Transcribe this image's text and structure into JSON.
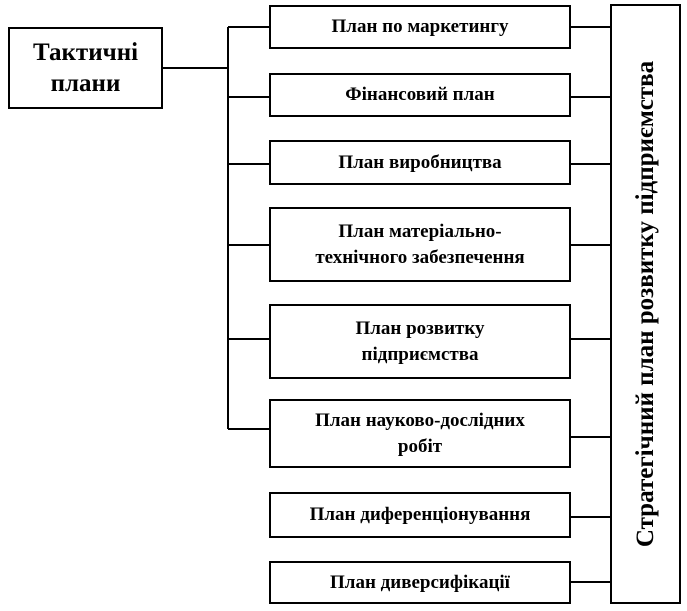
{
  "tactical": {
    "line1": "Тактичні",
    "line2": "плани"
  },
  "strategic": {
    "label": "Стратегічний план розвитку підприємства"
  },
  "plans": [
    {
      "lines": [
        "План по маркетингу"
      ]
    },
    {
      "lines": [
        "Фінансовий план"
      ]
    },
    {
      "lines": [
        "План виробництва"
      ]
    },
    {
      "lines": [
        "План матеріально-",
        "технічного забезпечення"
      ]
    },
    {
      "lines": [
        "План розвитку",
        "підприємства"
      ]
    },
    {
      "lines": [
        "План науково-дослідних",
        "робіт"
      ]
    },
    {
      "lines": [
        "План диференціонування"
      ]
    },
    {
      "lines": [
        "План диверсифікації"
      ]
    }
  ]
}
